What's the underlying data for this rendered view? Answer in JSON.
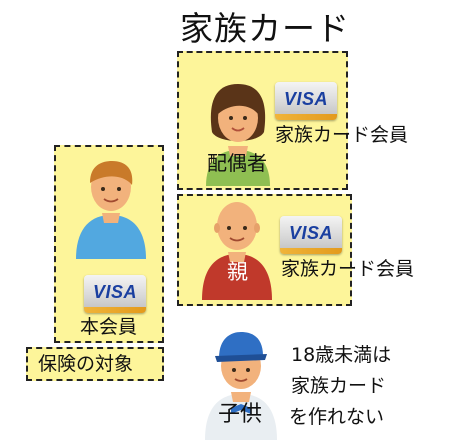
{
  "title": "家族カード",
  "card_brand": "VISA",
  "spouse": {
    "role_label": "配偶者",
    "card_label": "家族カード会員"
  },
  "parent": {
    "role_label": "親",
    "card_label": "家族カード会員"
  },
  "primary": {
    "card_label": "本会員"
  },
  "insurance_label": "保険の対象",
  "child": {
    "role_label": "子供",
    "note_lines": [
      "18歳未満は",
      "家族カード",
      "を作れない"
    ]
  },
  "colors": {
    "box_fill": "#fdf59a",
    "visa_blue": "#1a3fa0",
    "skin": "#f2b27c",
    "spouse_shirt": "#8fbf52",
    "primary_shirt": "#52a8e0",
    "parent_shirt": "#c0392b",
    "child_cap": "#2f6fc4"
  },
  "icons": [
    "woman-avatar-icon",
    "man-avatar-icon",
    "elder-man-avatar-icon",
    "boy-avatar-icon",
    "visa-card-icon"
  ]
}
